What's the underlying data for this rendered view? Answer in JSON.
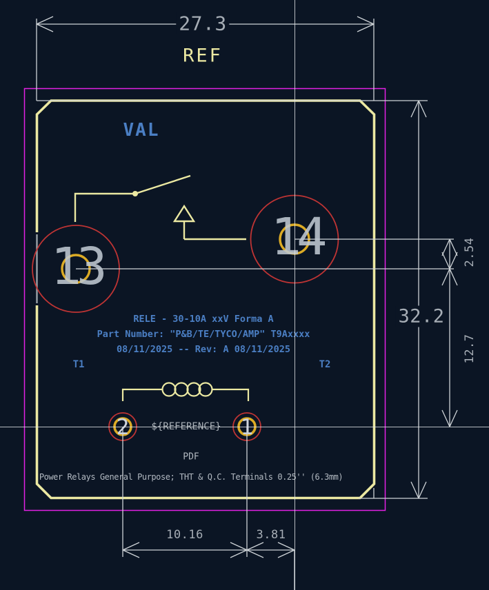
{
  "app": {
    "view": "pcb-footprint-canvas"
  },
  "colors": {
    "background": "#0b1524",
    "silkscreen_yellow": "#ece9a2",
    "courtyard_magenta": "#e321e3",
    "pad_copper_red": "#bf3434",
    "pad_ring_gold": "#dcab25",
    "fab_text_blue": "#4b7fc4",
    "dimension_gray": "#ced3d7",
    "dimension_text_gray": "#a6adb5",
    "crosshair_white": "#e2e6e9"
  },
  "dimensions": {
    "body_width": "27.3",
    "body_width_suffix": "REF",
    "body_height": "32.2",
    "pad_row_offset": "2.54",
    "pad_to_coil_row": "12.7",
    "coil_pad_pitch": "10.16",
    "pad1_to_pad14": "3.81"
  },
  "silkscreen_text": {
    "value_placeholder": "VAL",
    "reference_placeholder": "${REFERENCE}",
    "doc_label": "PDF",
    "description": "Power Relays General Purpose; THT & Q.C. Terminals 0.25'' (6.3mm)",
    "info_line1": "RELE - 30-10A xxV Forma A",
    "info_line2": "Part Number: \"P&B/TE/TYCO/AMP\" T9Axxxx",
    "info_line3": "08/11/2025 -- Rev: A 08/11/2025",
    "terminal1": "T1",
    "terminal2": "T2"
  },
  "pads": {
    "pad13": "13",
    "pad14": "14",
    "pad2": "2",
    "pad1": "1"
  }
}
